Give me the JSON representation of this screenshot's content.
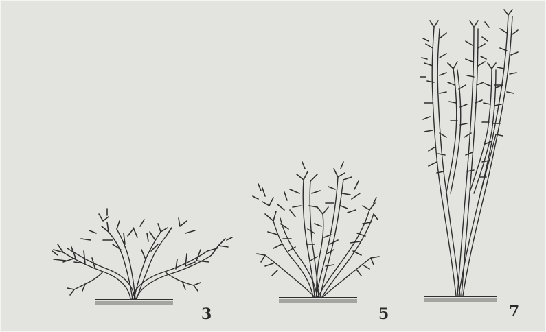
{
  "figure": {
    "labels": [
      "3",
      "5",
      "7"
    ],
    "colors": {
      "paper": "#e3e3df",
      "ink": "#2e2e2e",
      "stem_fill": "#f2f2ee",
      "ground": "#9a9a96"
    }
  }
}
